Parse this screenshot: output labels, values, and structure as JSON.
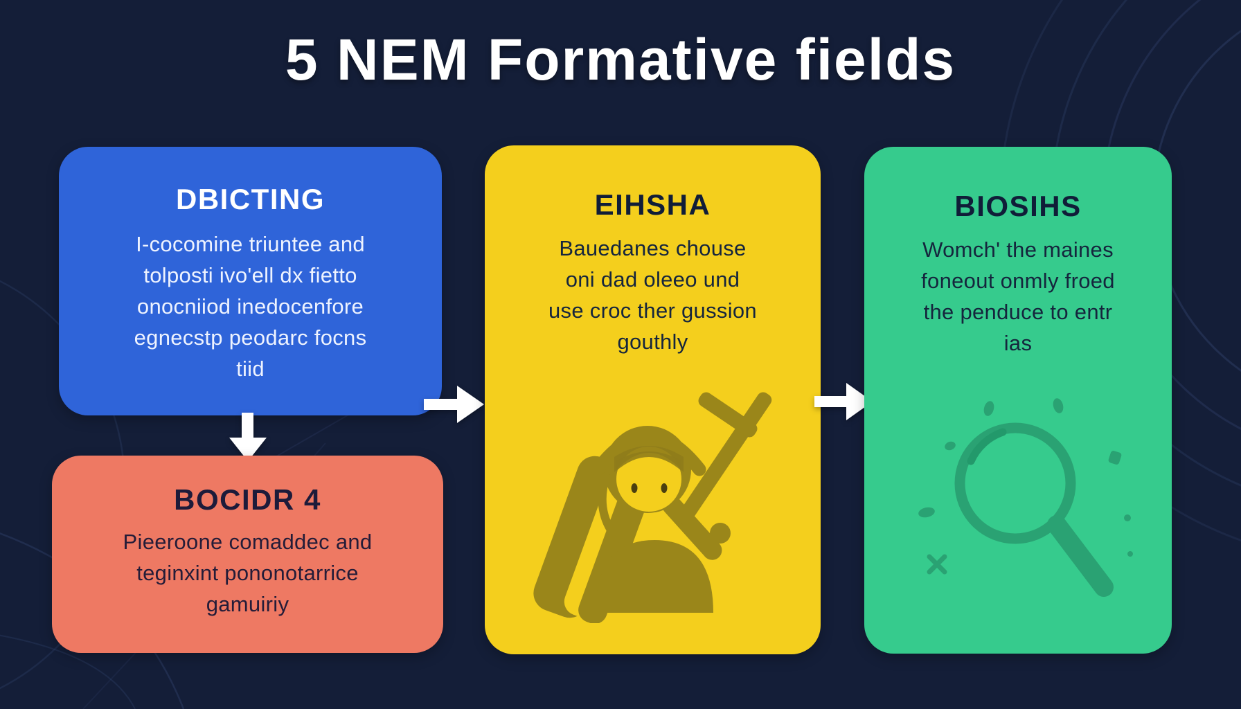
{
  "title": "5 NEM Formative fields",
  "colors": {
    "background": "#141e38",
    "card_blue": "#2f64d9",
    "card_red": "#ee7963",
    "card_yellow": "#f4cf1d",
    "card_green": "#36cb8d",
    "title_text": "#ffffff",
    "dark_text": "#101d38",
    "arrow": "#ffffff",
    "yellow_icon_silhouette": "#8e7c1a",
    "green_icon_stroke": "#2aa273"
  },
  "cards": [
    {
      "id": "depicting",
      "title": "DBICTING",
      "body_lines": [
        "I-cocomine triuntee and",
        "tolposti ivo'ell dx fietto",
        "onocniiod inedocenfore",
        "egnecstp peodarc focns",
        "tiid"
      ]
    },
    {
      "id": "bocidr",
      "title": "BOCIDR 4",
      "body_lines": [
        "Pieeroone comaddec and",
        "teginxint pononotarrice",
        "gamuiriy"
      ]
    },
    {
      "id": "eihsha",
      "title": "EIHSHA",
      "body_lines": [
        "Bauedanes chouse",
        "oni dad oleeo und",
        "use croc ther gussion",
        "gouthly"
      ],
      "icon": "student-headphones-icon"
    },
    {
      "id": "biosihs",
      "title": "BIOSIHS",
      "body_lines": [
        "Womch' the maines",
        "foneout onmly froed",
        "the penduce to entr",
        "ias"
      ],
      "icon": "magnifying-glass-icon"
    }
  ],
  "connectors": [
    {
      "name": "down-arrow",
      "from": "depicting",
      "to": "bocidr"
    },
    {
      "name": "right-arrow",
      "from": "depicting",
      "to": "eihsha"
    },
    {
      "name": "right-arrow",
      "from": "eihsha",
      "to": "biosihs"
    }
  ]
}
